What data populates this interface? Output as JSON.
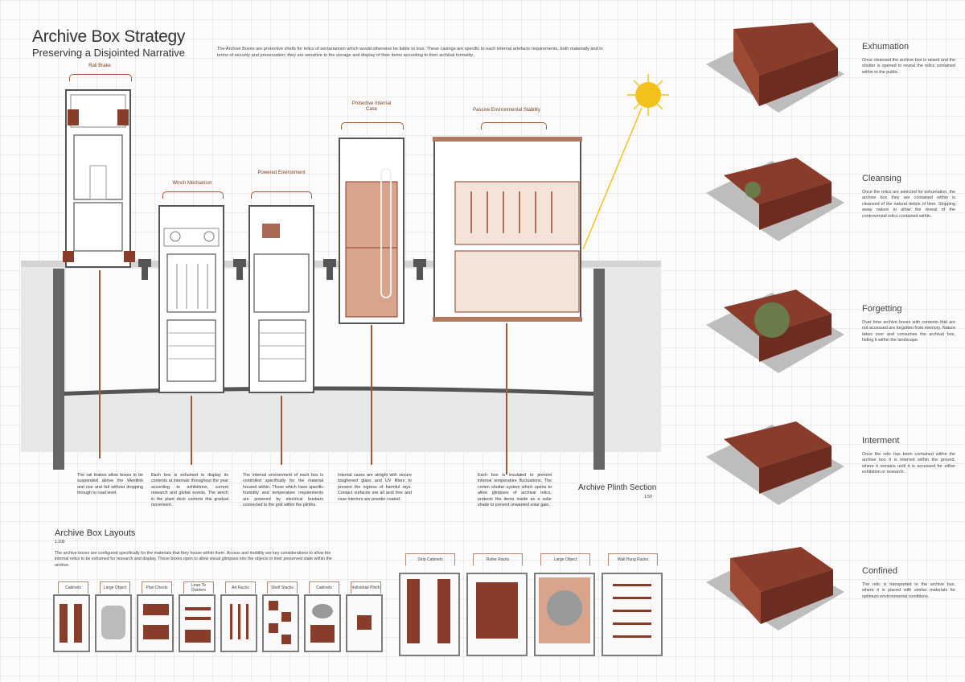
{
  "header": {
    "title": "Archive Box Strategy",
    "subtitle": "Preserving a Disjointed Narrative",
    "intro": "The Archive Boxes are protective shells for relics of sectarianism which would otherwise be liable to loss. These casings are specific to each internal artefacts requirements, both materially and in terms of security and preservation; they are sensitive to the storage and display of their items according to their archival formality."
  },
  "section": {
    "labels": {
      "rail_brake": "Rail Brake",
      "winch": "Winch Mechanism",
      "powered": "Powered Environment",
      "case": "Protective Internal Case",
      "passive": "Passive Environmental Stability"
    },
    "notes": [
      "The rail brakes allow boxes to be suspended above the Westlink and rise and fall without dropping through to road level.",
      "Each box is exhumed to display its contents at intervals throughout the year according to exhibitions, current research and global events. The winch in the plant deck controls this gradual movement.",
      "The internal environment of each box is controlled specifically for the material housed within. Those which have specific humidity and temperature requirements are powered by electrical busbars connected to the grid within the plinths.",
      "Internal cases are airtight with secure toughened glass and UV filters to prevent the ingress of harmful rays. Contact surfaces are all acid free and case interiors are powder coated.",
      "Each box is insulated to prevent internal temperature fluctuations. The corten shutter system which opens to allow glimpses of archival relics, protects the items inside as a solar shade to prevent unwanted solar gain."
    ],
    "section_label": "Archive Plinth Section",
    "section_scale": "1:50"
  },
  "layouts": {
    "title": "Archive Box Layouts",
    "scale": "1:100",
    "description": "The archive boxes are configured specifically for the materials that they house within them. Access and mobility are key considerations to allow the internal relics to be exhumed for research and display. These boxes open to allow visual glimpses into the objects in their preserved state within the archive.",
    "small_cards": [
      "Cabinets",
      "Large Object",
      "Plan Chests",
      "Lean To Dividers",
      "Art Racks",
      "Shelf Stacks",
      "Cabinets",
      "Individual Plinth"
    ],
    "large_cards": [
      "Strip Cabinets",
      "Roller Racks",
      "Large Object",
      "Wall Hung Racks"
    ]
  },
  "stages": [
    {
      "title": "Exhumation",
      "text": "Once cleansed the archive box is raised and the shutter is opened to reveal the relics contained within to the public."
    },
    {
      "title": "Cleansing",
      "text": "Once the relics are selected for exhumation, the archive box they are contained within is cleansed of the natural debris of time. Stripping away nature to allow the reveal of the controversial relics contained within."
    },
    {
      "title": "Forgetting",
      "text": "Over time archive boxes with contents that are not accessed are forgotten from memory. Nature takes over and consumes the archival box, hiding it within the landscape."
    },
    {
      "title": "Interment",
      "text": "Once the relic has been contained within the archive box it is interred within the ground, where it remains until it is accessed for either exhibition or research."
    },
    {
      "title": "Confined",
      "text": "The relic is transported to the archive box, where it is placed with similar materials for optimum environmental conditions."
    }
  ],
  "colors": {
    "corten": "#8a3c2a",
    "accent": "#9c5a38",
    "sun": "#f2c21b"
  }
}
